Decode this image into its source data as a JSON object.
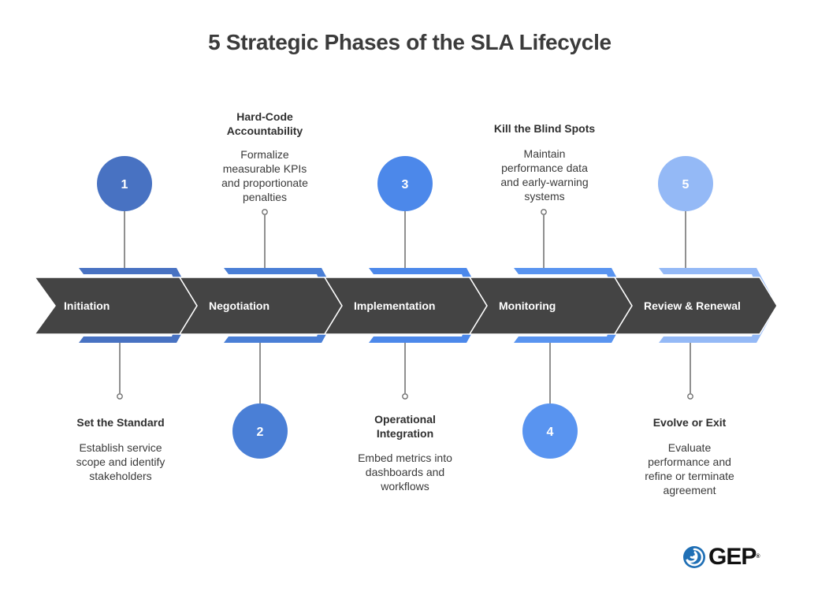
{
  "title": "5 Strategic Phases of the SLA Lifecycle",
  "phases": [
    {
      "number": "1",
      "name": "Initiation",
      "heading": "Set the Standard",
      "description": "Establish service scope and identify stakeholders",
      "label_position": "below",
      "color": "#4872c2"
    },
    {
      "number": "2",
      "name": "Negotiation",
      "heading": "Hard-Code Accountability",
      "description": "Formalize measurable KPIs and proportionate penalties",
      "label_position": "above",
      "color": "#4a7fd6"
    },
    {
      "number": "3",
      "name": "Implementation",
      "heading": "Operational Integration",
      "description": "Embed metrics into dashboards and workflows",
      "label_position": "below",
      "color": "#4c88ea"
    },
    {
      "number": "4",
      "name": "Monitoring",
      "heading": "Kill the Blind Spots",
      "description": "Maintain performance data and early-warning systems",
      "label_position": "above",
      "color": "#5994f0"
    },
    {
      "number": "5",
      "name": "Review & Renewal",
      "heading": "Evolve or Exit",
      "description": "Evaluate performance and refine or terminate agreement",
      "label_position": "below",
      "color": "#94b9f6"
    }
  ],
  "colors": {
    "band": "#444444",
    "stem": "#6b6b6b",
    "title": "#3b3b3b",
    "logo_icon": "#1f6fb5"
  },
  "logo": {
    "text": "GEP",
    "mark": "®"
  }
}
